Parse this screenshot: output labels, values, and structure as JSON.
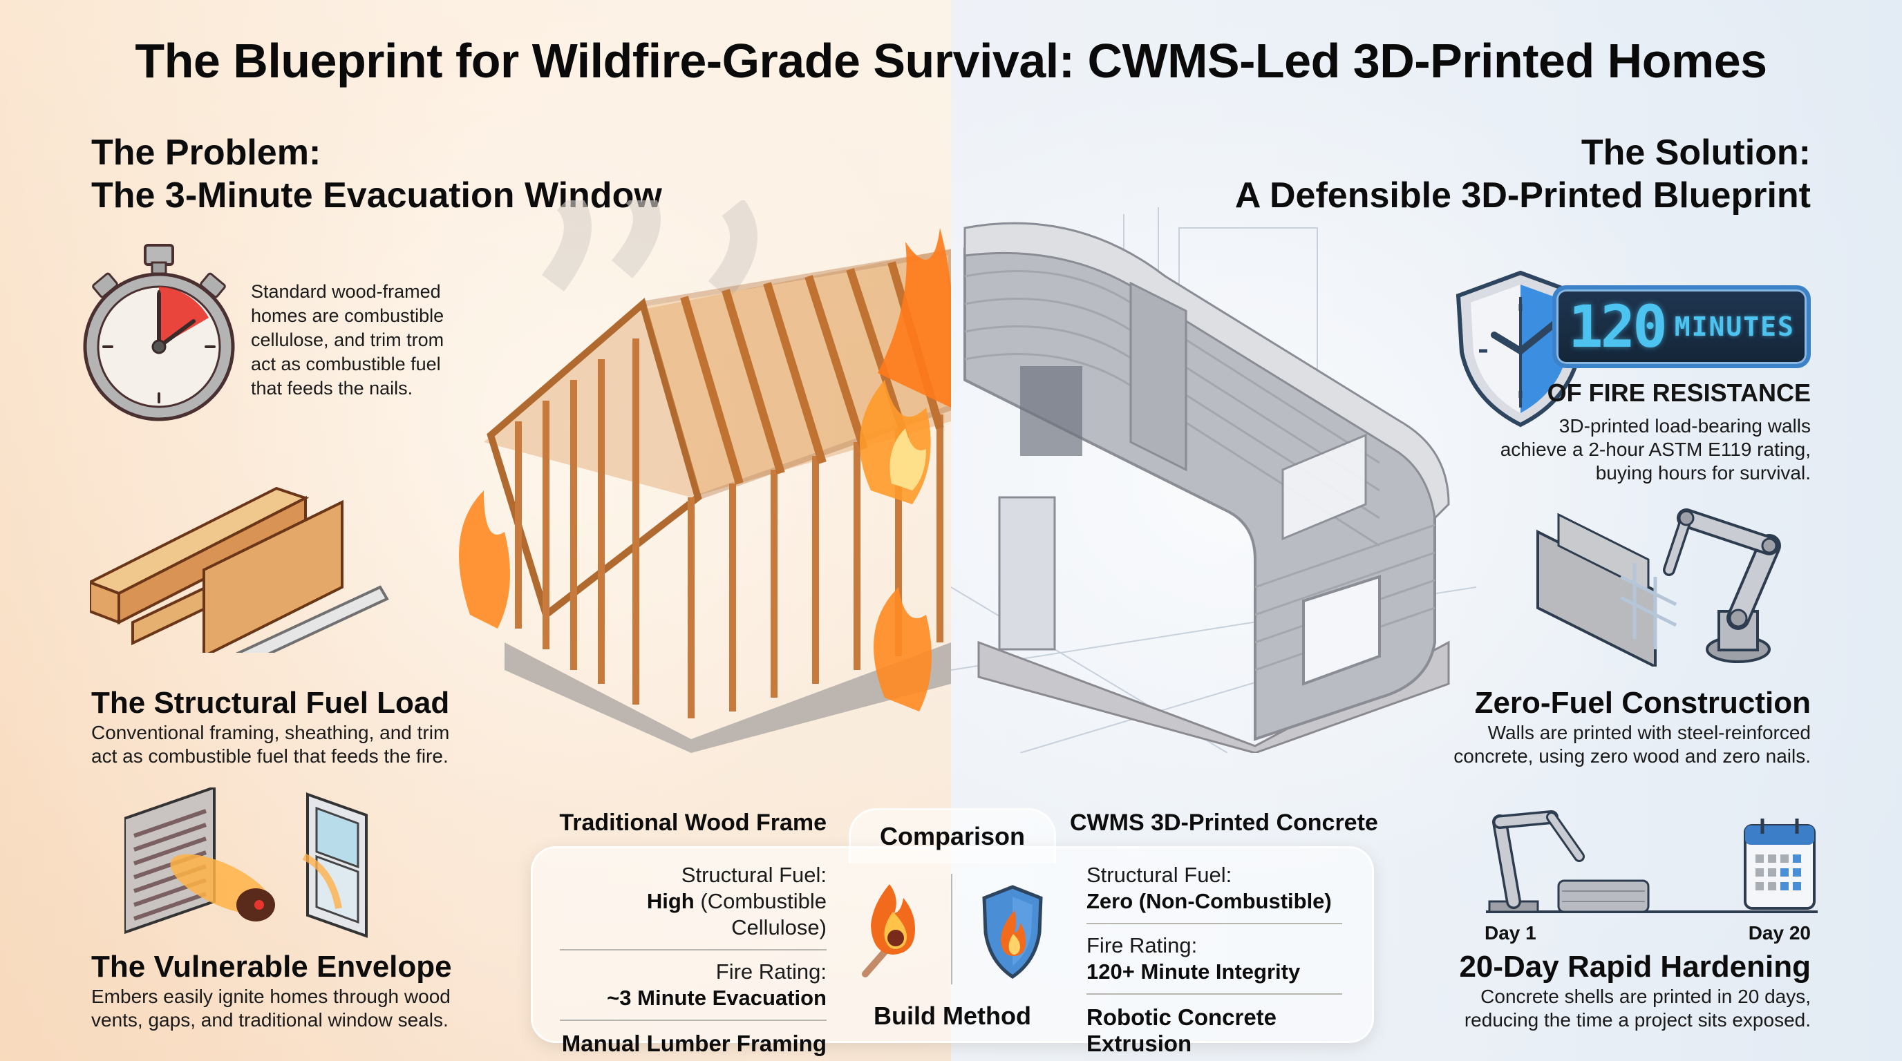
{
  "title": "The Blueprint for Wildfire-Grade Survival: CWMS-Led 3D-Printed Homes",
  "colors": {
    "left_bg": "#F8E4CE",
    "right_bg": "#E8EEF5",
    "flame_orange": "#F47B20",
    "shield_blue": "#3C82C8",
    "badge_digit": "#4DC3F0",
    "badge_bg": "#1A2E44",
    "stopwatch_red": "#E8362E"
  },
  "problem": {
    "heading_line1": "The Problem:",
    "heading_line2": "The 3-Minute Evacuation Window",
    "stopwatch": {
      "icon": "stopwatch-icon",
      "text": "Standard wood-framed homes are combustible cellulose, and trim trom act as combustible fuel that feeds the nails."
    },
    "fuel_load": {
      "icon": "lumber-icon",
      "title": "The Structural Fuel Load",
      "body_line1": "Conventional framing, sheathing, and trim",
      "body_line2": "act as combustible fuel that feeds the fire."
    },
    "envelope": {
      "icon": "ember-vent-window-icon",
      "title": "The Vulnerable Envelope",
      "body_line1": "Embers easily ignite homes through wood",
      "body_line2": "vents, gaps, and traditional window seals."
    }
  },
  "solution": {
    "heading_line1": "The Solution:",
    "heading_line2": "A Defensible 3D-Printed Blueprint",
    "fire_resistance": {
      "icon": "shield-clock-icon",
      "badge_number": "120",
      "badge_unit": "MINUTES",
      "subtitle": "OF FIRE RESISTANCE",
      "body_line1": "3D-printed load-bearing walls",
      "body_line2": "achieve a 2-hour ASTM E119 rating,",
      "body_line3": "buying hours for survival."
    },
    "zero_fuel": {
      "icon": "robot-arm-wall-icon",
      "title": "Zero-Fuel Construction",
      "body_line1": "Walls are printed with steel-reinforced",
      "body_line2": "concrete, using zero wood and zero nails."
    },
    "rapid": {
      "icon": "robot-calendar-icon",
      "day_start": "Day 1",
      "day_end": "Day 20",
      "title": "20-Day Rapid Hardening",
      "body_line1": "Concrete shells are printed in 20 days,",
      "body_line2": "reducing the time a project sits exposed."
    }
  },
  "comparison": {
    "tab_label": "Comparison",
    "left_header": "Traditional Wood Frame",
    "right_header": "CWMS 3D-Printed Concrete",
    "center_bottom_label": "Build Method",
    "left_icon": "burning-match-icon",
    "right_icon": "shield-flame-icon",
    "left": {
      "fuel_label": "Structural Fuel:",
      "fuel_value_bold": "High",
      "fuel_value_light": "(Combustible Cellulose)",
      "rating_label": "Fire Rating:",
      "rating_value": "~3 Minute Evacuation",
      "method": "Manual Lumber Framing"
    },
    "right": {
      "fuel_label": "Structural Fuel:",
      "fuel_value": "Zero (Non-Combustible)",
      "rating_label": "Fire Rating:",
      "rating_value": "120+ Minute Integrity",
      "method": "Robotic Concrete Extrusion"
    }
  },
  "illustration": {
    "left": "burning-wood-frame-house",
    "right": "3d-printed-concrete-house"
  }
}
